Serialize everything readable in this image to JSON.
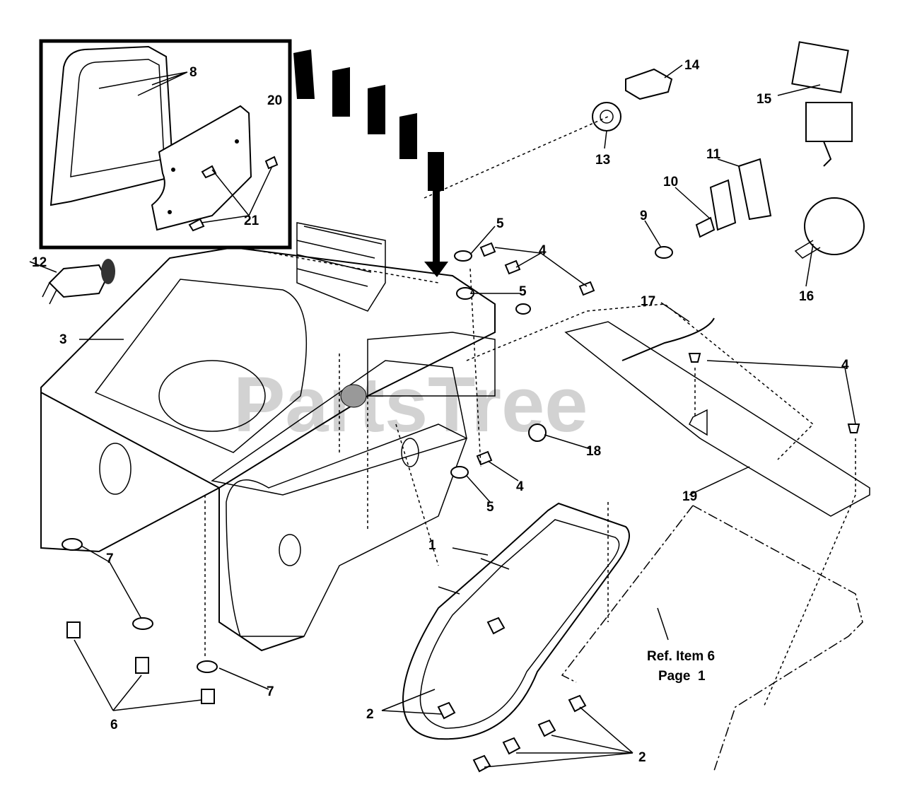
{
  "watermark": "PartsTree",
  "reference_note": {
    "line1": "Ref. Item 6",
    "line2": "Page  1"
  },
  "callouts": {
    "c8": "8",
    "c20": "20",
    "c21": "21",
    "c12": "12",
    "c3": "3",
    "c5a": "5",
    "c4a": "4",
    "c5b": "5",
    "c13": "13",
    "c14": "14",
    "c15": "15",
    "c11": "11",
    "c10": "10",
    "c9": "9",
    "c16": "16",
    "c17": "17",
    "c4b": "4",
    "c18": "18",
    "c4c": "4",
    "c5c": "5",
    "c19": "19",
    "c1": "1",
    "c7a": "7",
    "c7b": "7",
    "c6": "6",
    "c2a": "2",
    "c2b": "2"
  }
}
